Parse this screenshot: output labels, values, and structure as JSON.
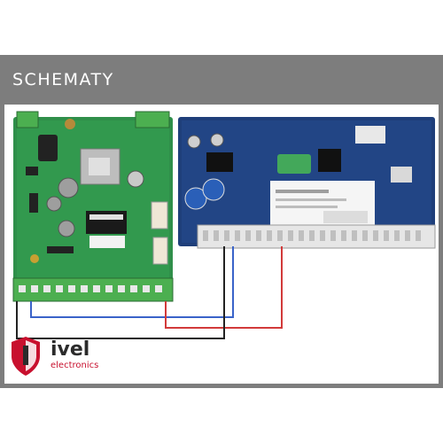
{
  "header": {
    "title": "SCHEMATY"
  },
  "logo": {
    "word": "ivel",
    "sub": "electronics"
  },
  "wires": [
    "blue",
    "red",
    "black"
  ],
  "colors": {
    "frame": "#7d7d7d",
    "board_left": "#2f8f4a",
    "board_right": "#1f3f7a",
    "wire_blue": "#3a63c9",
    "wire_red": "#d23a3a",
    "wire_black": "#222222",
    "logo_red": "#c8102e"
  }
}
